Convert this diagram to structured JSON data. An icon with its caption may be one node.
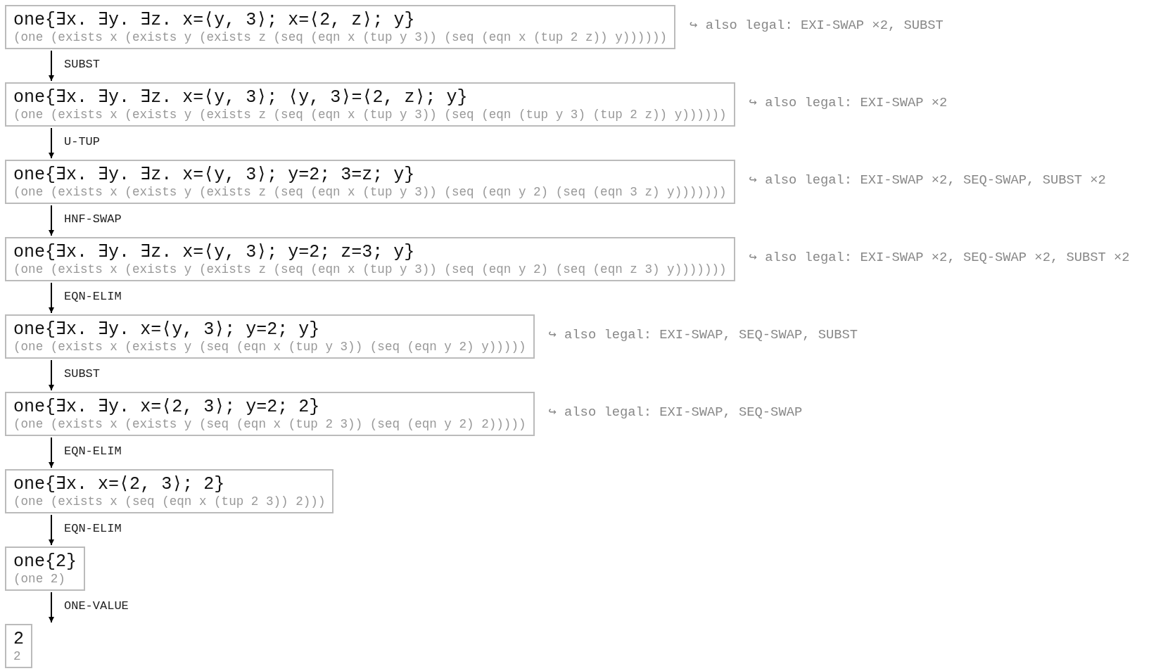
{
  "diagram": {
    "nodes": [
      {
        "text": [
          "one{∃x. ∃y. ∃z. x=⟨y, 3⟩; x=⟨2, z⟩; y}",
          "(one (exists x (exists y (exists z (seq (eqn x (tup y 3)) (seq (eqn x (tup 2 z)) y))))))"
        ],
        "beside": [
          "↪ also legal: EXI-SWAP ×2, SUBST"
        ]
      },
      {
        "text": [
          "one{∃x. ∃y. ∃z. x=⟨y, 3⟩; ⟨y, 3⟩=⟨2, z⟩; y}",
          "(one (exists x (exists y (exists z (seq (eqn x (tup y 3)) (seq (eqn (tup y 3) (tup 2 z)) y))))))"
        ],
        "beside": [
          "↪ also legal: EXI-SWAP ×2"
        ]
      },
      {
        "text": [
          "one{∃x. ∃y. ∃z. x=⟨y, 3⟩; y=2; 3=z; y}",
          "(one (exists x (exists y (exists z (seq (eqn x (tup y 3)) (seq (eqn y 2) (seq (eqn 3 z) y)))))))"
        ],
        "beside": [
          "↪ also legal: EXI-SWAP ×2, SEQ-SWAP, SUBST ×2"
        ]
      },
      {
        "text": [
          "one{∃x. ∃y. ∃z. x=⟨y, 3⟩; y=2; z=3; y}",
          "(one (exists x (exists y (exists z (seq (eqn x (tup y 3)) (seq (eqn y 2) (seq (eqn z 3) y)))))))"
        ],
        "beside": [
          "↪ also legal: EXI-SWAP ×2, SEQ-SWAP ×2, SUBST ×2"
        ]
      },
      {
        "text": [
          "one{∃x. ∃y. x=⟨y, 3⟩; y=2; y}",
          "(one (exists x (exists y (seq (eqn x (tup y 3)) (seq (eqn y 2) y)))))"
        ],
        "beside": [
          "↪ also legal: EXI-SWAP, SEQ-SWAP, SUBST"
        ]
      },
      {
        "text": [
          "one{∃x. ∃y. x=⟨2, 3⟩; y=2; 2}",
          "(one (exists x (exists y (seq (eqn x (tup 2 3)) (seq (eqn y 2) 2)))))"
        ],
        "beside": [
          "↪ also legal: EXI-SWAP, SEQ-SWAP"
        ]
      },
      {
        "text": [
          "one{∃x. x=⟨2, 3⟩; 2}",
          "(one (exists x (seq (eqn x (tup 2 3)) 2)))"
        ]
      },
      {
        "text": [
          "one{2}",
          "(one 2)"
        ]
      },
      {
        "text": [
          "2",
          "2"
        ]
      }
    ],
    "edges": [
      {
        "from": 0,
        "to": 1,
        "arrow": "to",
        "label": "SUBST"
      },
      {
        "from": 1,
        "to": 2,
        "arrow": "to",
        "label": "U-TUP"
      },
      {
        "from": 2,
        "to": 3,
        "arrow": "to",
        "label": "HNF-SWAP"
      },
      {
        "from": 3,
        "to": 4,
        "arrow": "to",
        "label": "EQN-ELIM"
      },
      {
        "from": 4,
        "to": 5,
        "arrow": "to",
        "label": "SUBST"
      },
      {
        "from": 5,
        "to": 6,
        "arrow": "to",
        "label": "EQN-ELIM"
      },
      {
        "from": 6,
        "to": 7,
        "arrow": "to",
        "label": "EQN-ELIM"
      },
      {
        "from": 7,
        "to": 8,
        "arrow": "to",
        "label": "ONE-VALUE"
      }
    ]
  }
}
